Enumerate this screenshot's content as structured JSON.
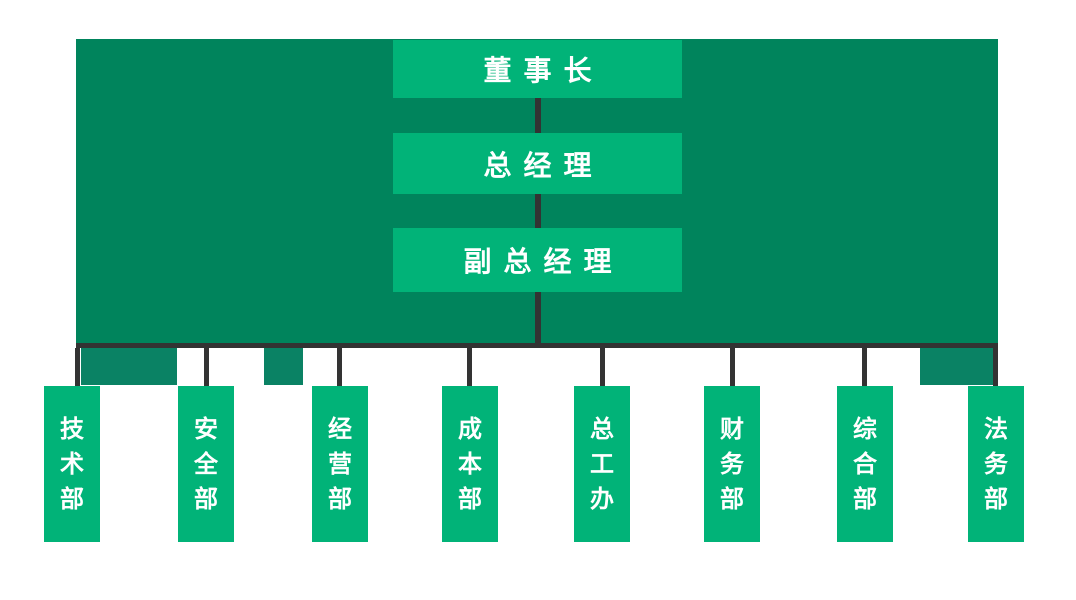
{
  "colors": {
    "background": "#ffffff",
    "panel_green": "#00845c",
    "node_green": "#01b378",
    "tab_green": "#0a8264",
    "connector_dark": "#333333",
    "text_white": "#ffffff"
  },
  "org": {
    "levels": [
      {
        "label": "董事长"
      },
      {
        "label": "总经理"
      },
      {
        "label": "副总经理"
      }
    ],
    "departments": [
      {
        "label": "技术部"
      },
      {
        "label": "安全部"
      },
      {
        "label": "经营部"
      },
      {
        "label": "成本部"
      },
      {
        "label": "总工办"
      },
      {
        "label": "财务部"
      },
      {
        "label": "综合部"
      },
      {
        "label": "法务部"
      }
    ]
  }
}
